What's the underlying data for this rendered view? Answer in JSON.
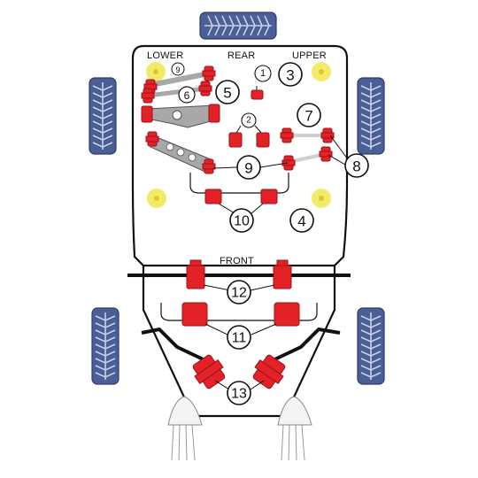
{
  "labels": {
    "lower": "LOWER",
    "rear": "REAR",
    "upper": "UPPER",
    "front": "FRONT"
  },
  "callouts": {
    "c1": "1",
    "c2": "2",
    "c3": "3",
    "c4": "4",
    "c5": "5",
    "c6": "6",
    "c7": "7",
    "c8": "8",
    "c9_small": "9",
    "c9": "9",
    "c10": "10",
    "c11": "11",
    "c12": "12",
    "c13": "13"
  },
  "colors": {
    "bush_red": "#e32227",
    "bush_dark": "#9a1318",
    "mount_yellow": "#f3ea6a",
    "tyre": "#4a5f96",
    "tyre_tread": "#c9d2e6",
    "arm_grey": "#a8a8a8",
    "outline": "#111111"
  }
}
